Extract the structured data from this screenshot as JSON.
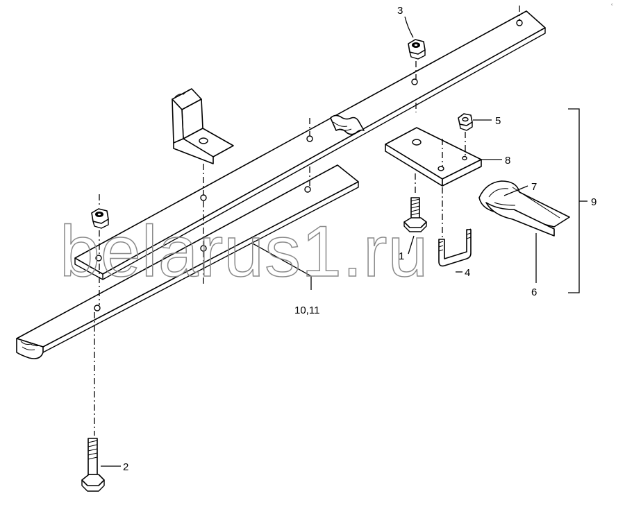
{
  "watermark": "belarus1.ru",
  "corner_mark": "©",
  "callouts": {
    "c1": "1",
    "c2": "2",
    "c3": "3",
    "c4": "4",
    "c5": "5",
    "c6": "6",
    "c7": "7",
    "c8": "8",
    "c9": "9",
    "c10_11": "10,11"
  }
}
